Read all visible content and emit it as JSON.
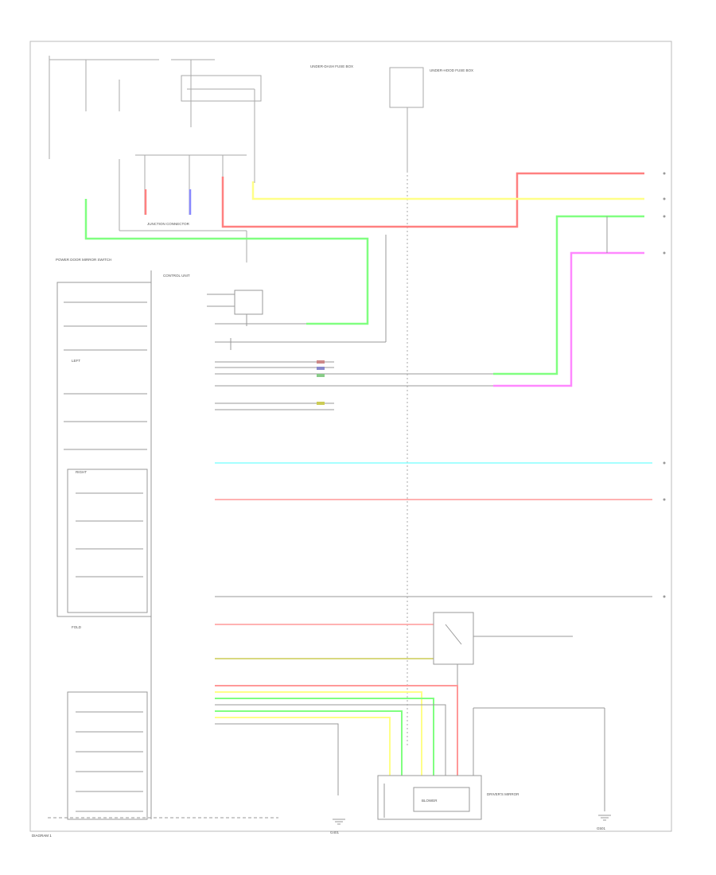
{
  "labels": {
    "power_folding_mirror_switch": "POWER DOOR MIRROR SWITCH",
    "left_mirror": "LEFT",
    "right_mirror": "RIGHT",
    "fold_switch": "FOLD",
    "power_control_unit": "CONTROL UNIT",
    "junction_connector_top": "JUNCTION CONNECTOR",
    "fuse_box_under_dash": "UNDER-DASH FUSE BOX",
    "fuse_box_under_hood": "UNDER-HOOD FUSE BOX",
    "ground_left": "G401",
    "ground_right": "G501",
    "blower_unit": "BLOWER",
    "driver_mirror_module": "DRIVER'S MIRROR",
    "footer_code": "DIAGRAM 1"
  },
  "wire_colors": {
    "red": "#ff8080",
    "yellow": "#ffff88",
    "green": "#80ff80",
    "pink": "#ff88ff",
    "blue": "#8888ff",
    "cyan": "#88ffff",
    "olive": "#cccc55",
    "gray": "#999999",
    "frame": "#bbbbbb"
  }
}
